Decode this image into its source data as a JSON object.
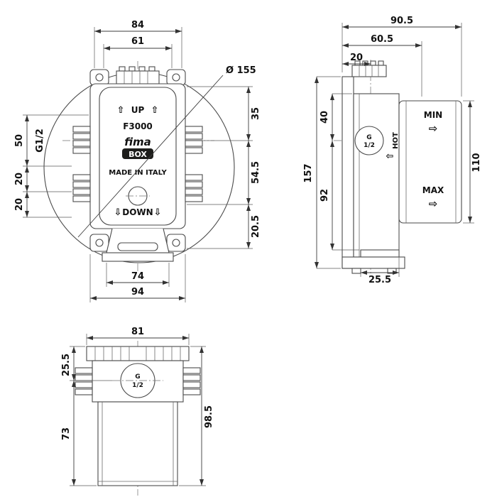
{
  "drawing": {
    "colors": {
      "line": "#4a4a4a",
      "text": "#111111",
      "brand_badge": "#1d1d1b",
      "background": "#ffffff"
    },
    "front_view": {
      "product": {
        "up_arrow": "⇧",
        "up": "UP",
        "model": "F3000",
        "brand_name": "fima",
        "brand_sub": "BOX",
        "origin": "MADE IN ITALY",
        "down_arrow": "⇩",
        "down": "DOWN"
      },
      "dims": {
        "width_top_outer": "84",
        "width_top_inner": "61",
        "diameter": "Ø 155",
        "height_upper_right": "35",
        "height_mid_right": "54.5",
        "height_lower_right": "20.5",
        "left_upper": "50",
        "thread_label": "G1/2",
        "left_mid": "20",
        "left_lower": "20",
        "width_bottom_inner": "74",
        "width_bottom_outer": "94"
      }
    },
    "side_view": {
      "labels": {
        "min": "MIN",
        "max": "MAX",
        "hot": "HOT",
        "right_arrow": "⇨",
        "left_arrow": "⇦",
        "port_g": "G",
        "port_size": "1/2"
      },
      "dims": {
        "depth_total": "90.5",
        "depth_mid": "60.5",
        "depth_plate": "20",
        "height_upper": "40",
        "height_lower": "92",
        "height_total": "157",
        "height_front": "110",
        "foot_depth": "25.5"
      }
    },
    "bottom_view": {
      "labels": {
        "port_g": "G",
        "port_size": "1/2"
      },
      "dims": {
        "width_top": "81",
        "upper": "25.5",
        "lower": "73",
        "total": "98.5"
      }
    }
  }
}
